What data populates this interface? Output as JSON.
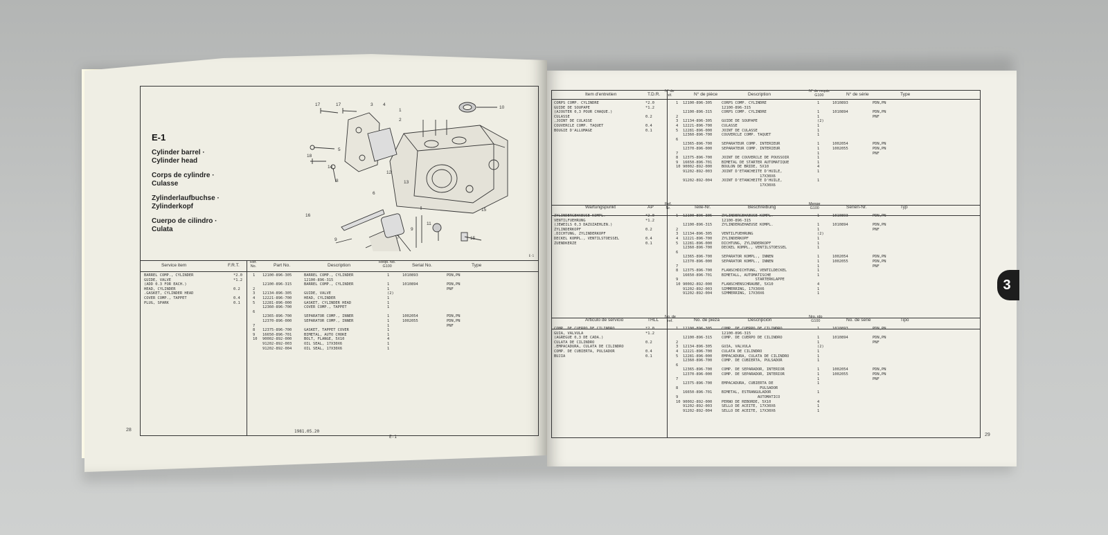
{
  "left_page": {
    "section_code": "E-1",
    "titles": [
      "Cylinder barrel ·",
      "Cylinder head",
      "Corps de cylindre ·",
      "Culasse",
      "Zylinderlaufbuchse ·",
      "Zylinderkopf",
      "Cuerpo de cilindro ·",
      "Culata"
    ],
    "callouts": [
      "17",
      "17",
      "3",
      "4",
      "1",
      "2",
      "10",
      "18",
      "5",
      "14",
      "12",
      "13",
      "8",
      "6",
      "11",
      "15",
      "16",
      "7",
      "9",
      "9",
      "15"
    ],
    "table_header": {
      "service_item": "Service item",
      "frt": "F.R.T.",
      "ref_no": "Ref.\nNo.",
      "part_no": "Part No.",
      "description": "Description",
      "reqd_no": "Reqd. No.\nG100",
      "serial_no": "Serial No.",
      "type": "Type"
    },
    "service_col": "BARREL COMP., CYLINDER\nGUIDE, VALVE\n(ADD 0.3 FOR EACH.)\nHEAD, CYLINDER\n.GASKET, CYLINDER HEAD\nCOVER COMP., TAPPET\nPLUG, SPARK",
    "frt_col": "*2.0\n*1.2\n\n0.2\n\n0.4\n0.1",
    "ref_col": "1\n\n\n2\n3\n4\n5\n\n6\n\n\n7\n8\n9\n10",
    "part_col": "12100-896-305\n\n12100-896-315\n\n12134-896-305\n12221-896-700\n12281-896-000\n12360-896-700\n\n12365-896-700\n12370-896-000\n\n12375-896-700\n16650-896-701\n90002-892-000\n91202-892-003\n91202-892-004",
    "desc_col": "BARREL COMP., CYLINDER\n12100-896-315\nBARREL COMP., CYLINDER\n\nGUIDE, VALVE\nHEAD, CYLINDER\nGASKET, CYLINDER HEAD\nCOVER COMP., TAPPET\n\nSEPARATOR COMP., INNER\nSEPARATOR COMP., INNER\n\nGASKET, TAPPET COVER\nBIMETAL, AUTO CHOKE\nBOLT, FLANGE, 5X10\nOIL SEAL, 17X30X6\nOIL SEAL, 17X30X6",
    "qty_col": "1\n\n1\n1\n(2)\n1\n1\n1\n\n1\n1\n1\n1\n1\n4\n1\n1",
    "serial_col": "1010893\n\n1010894\n\n\n\n\n\n\n1002054\n1002055",
    "type_col": "PDN,PN\n\nPDN,PN\nPNF\n\n\n\n\n\nPDN,PN\nPDN,PN\nPNF",
    "page_no": "28",
    "date": "1981.05.20",
    "footer_code": "E-1",
    "side_mark": "E-1"
  },
  "right_page": {
    "sections": [
      {
        "h": {
          "c1": "Item d'entretien",
          "c2": "T.D.R.",
          "c3": "N° de\nréf.",
          "c4": "N° de pièce",
          "c5": "Description",
          "c6": "N° de requis\nG100",
          "c7": "N° de série",
          "c8": "Type"
        },
        "service": "CORPS COMP. CYLINDRE\nGUIDE DE SOUPAPE\n(AJOUTER 0,3 POUR CHAQUE.)\nCULASSE\n.JOINT DE CULASSE\nCOUVERCLE COMP. TAQUET\nBOUGIE D'ALLUMAGE",
        "time": "*2.0\n*1.2\n\n0.2\n\n0.4\n0.1",
        "ref": "1\n\n\n2\n3\n4\n5\n\n6\n\n\n7\n8\n9\n10",
        "part": "12100-896-305\n\n12100-896-315\n\n12134-896-305\n12221-896-700\n12281-896-000\n12360-896-700\n\n12365-896-700\n12370-896-000\n\n12375-896-700\n16650-896-701\n90002-892-000\n91202-892-003\n\n91202-892-004",
        "desc": "CORPS COMP. CYLINDRE\n12100-896-315\nCORPS COMP. CYLINDRE\n\nGUIDE DE SOUPAPE\nCULASSE\nJOINT DE CULASSE\nCOUVERCLE COMP. TAQUET\n\nSEPARATEUR COMP. INTERIEUR\nSEPARATEUR COMP. INTERIEUR\n\nJOINT DE COUVERCLE DE POUSSOIR\nBIMETAL DE STARTER AUTOMATIQUE\nBOULON DE BRIDE, 5X10\nJOINT D'ETANCHEITE D'HUILE,\n                 17X30X6\nJOINT D'ETANCHEITE D'HUILE,\n                 17X30X6",
        "qty": "1\n\n1\n1\n(2)\n1\n1\n1\n\n1\n1\n1\n1\n1\n4\n1\n\n1",
        "serial": "1010893\n\n1010894\n\n\n\n\n\n\n1002054\n1002055",
        "type": "PDN,PN\n\nPDN,PN\nPNF\n\n\n\n\n\nPDN,PN\nPDN,PN\nPNF"
      },
      {
        "h": {
          "c1": "Wartungspunkt",
          "c2": "AP",
          "c3": "Ref.\nNr.",
          "c4": "Teile-Nr.",
          "c5": "Beschreibung",
          "c6": "Menge\nG100",
          "c7": "Serien-Nr.",
          "c8": "Typ"
        },
        "service": "ZYLINDERGEHAEUSE KOMPL.\nVENTILFUEHRUNG\n(JEWEILS 0,3 DAZUZAEHLEN.)\nZYLINDERKOPF\n.DICHTUNG, ZYLINDERKOPF\nDECKEL KOMPL., VENTILSTOESSEL\nZUENDKERZE",
        "time": "*2.0\n*1.2\n\n0.2\n\n0.4\n0.1",
        "ref": "1\n\n\n2\n3\n4\n5\n\n6\n\n\n7\n8\n\n9\n10",
        "part": "12100-896-305\n\n12100-896-315\n\n12134-896-305\n12221-896-700\n12281-896-000\n12360-896-700\n\n12365-896-700\n12370-896-000\n\n12375-896-700\n16650-896-701\n\n90002-892-000\n91202-892-003\n91202-892-004",
        "desc": "ZYLINDERGEHAEUSE KOMPL.\n12100-896-315\nZYLINDERGEHAEUSE KOMPL.\n\nVENTILFUEHRUNG\nZYLINDERKOPF\nDICHTUNG, ZYLINDERKOPF\nDECKEL KOMPL., VENTILSTOESSEL\n\nSEPARATOR KOMPL., INNEN\nSEPARATOR KOMPL., INNEN\n\nFLANSCHDICHTUNG, VENTILDECKEL\nBIMETALL, AUTOMATISCHE\n               STARTERKLAPPE\nFLANSCHENSCHRAUBE, 5X10\nSIMMERRING, 17X30X6\nSIMMERRING, 17X30X6",
        "qty": "1\n\n1\n1\n(2)\n1\n1\n1\n\n1\n1\n1\n1\n1\n\n4\n1\n1",
        "serial": "1010893\n\n1010894\n\n\n\n\n\n\n1002054\n1002055",
        "type": "PDN,PN\n\nPDN,PN\nPNF\n\n\n\n\n\nPDN,PN\nPDN,PN\nPNF"
      },
      {
        "h": {
          "c1": "Articulo de servicio",
          "c2": "THLL",
          "c3": "No. de\nref.",
          "c4": "No. de pieza",
          "c5": "Descripción",
          "c6": "Nro. rdo\nG100",
          "c7": "No. de serie",
          "c8": "Tipo"
        },
        "service": "COMP. DE CUERPO DE CILINDRO\nGUIA, VALVULA\n(AGREGUE 0,3 DE CADA.)\nCULATA DE CILINDRO\n.EMPACADURA, CULATA DE CILINDRO\nCOMP. DE CUBIERTA, PULSADOR\nBUJIA",
        "time": "*2.0\n*1.2\n\n0.2\n\n0.4\n0.1",
        "ref": "1\n\n\n2\n3\n4\n5\n\n6\n\n\n7\n\n8\n\n9\n10",
        "part": "12100-896-305\n\n12100-896-315\n\n12134-896-305\n12221-896-700\n12281-896-000\n12360-896-700\n\n12365-896-700\n12370-896-000\n\n12375-896-700\n\n16650-896-701\n\n90002-892-000\n91202-892-003\n91202-892-004",
        "desc": "COMP. DE CUERPO DE CILINDRO\n12100-896-315\nCOMP. DE CUERPO DE CILINDRO\n\nGUIA, VALVULA\nCULATA DE CILINDRO\nEMPACADURA, CULATA DE CILINDRO\nCOMP. DE CUBIERTA, PULSADOR\n\nCOMP. DE SEPARADOR, INTERIOR\nCOMP. DE SEPARADOR, INTERIOR\n\nEMPACADURA, CUBIERTA DE\n                 PULSADOR\nBIMETAL, ESTRANGULADOR\n                AUTOMATICO\nPERNO DE REBORDE, 5X10\nSELLO DE ACEITE, 17X30X6\nSELLO DE ACEITE, 17X30X6",
        "qty": "1\n\n1\n1\n(2)\n1\n1\n1\n\n1\n1\n1\n1\n\n1\n\n4\n1\n1",
        "serial": "1010893\n\n1010894\n\n\n\n\n\n\n1002054\n1002055",
        "type": "PDN,PN\n\nPDN,PN\nPNF\n\n\n\n\n\nPDN,PN\nPDN,PN\nPNF"
      }
    ],
    "page_no": "29",
    "tab_label": "3"
  }
}
